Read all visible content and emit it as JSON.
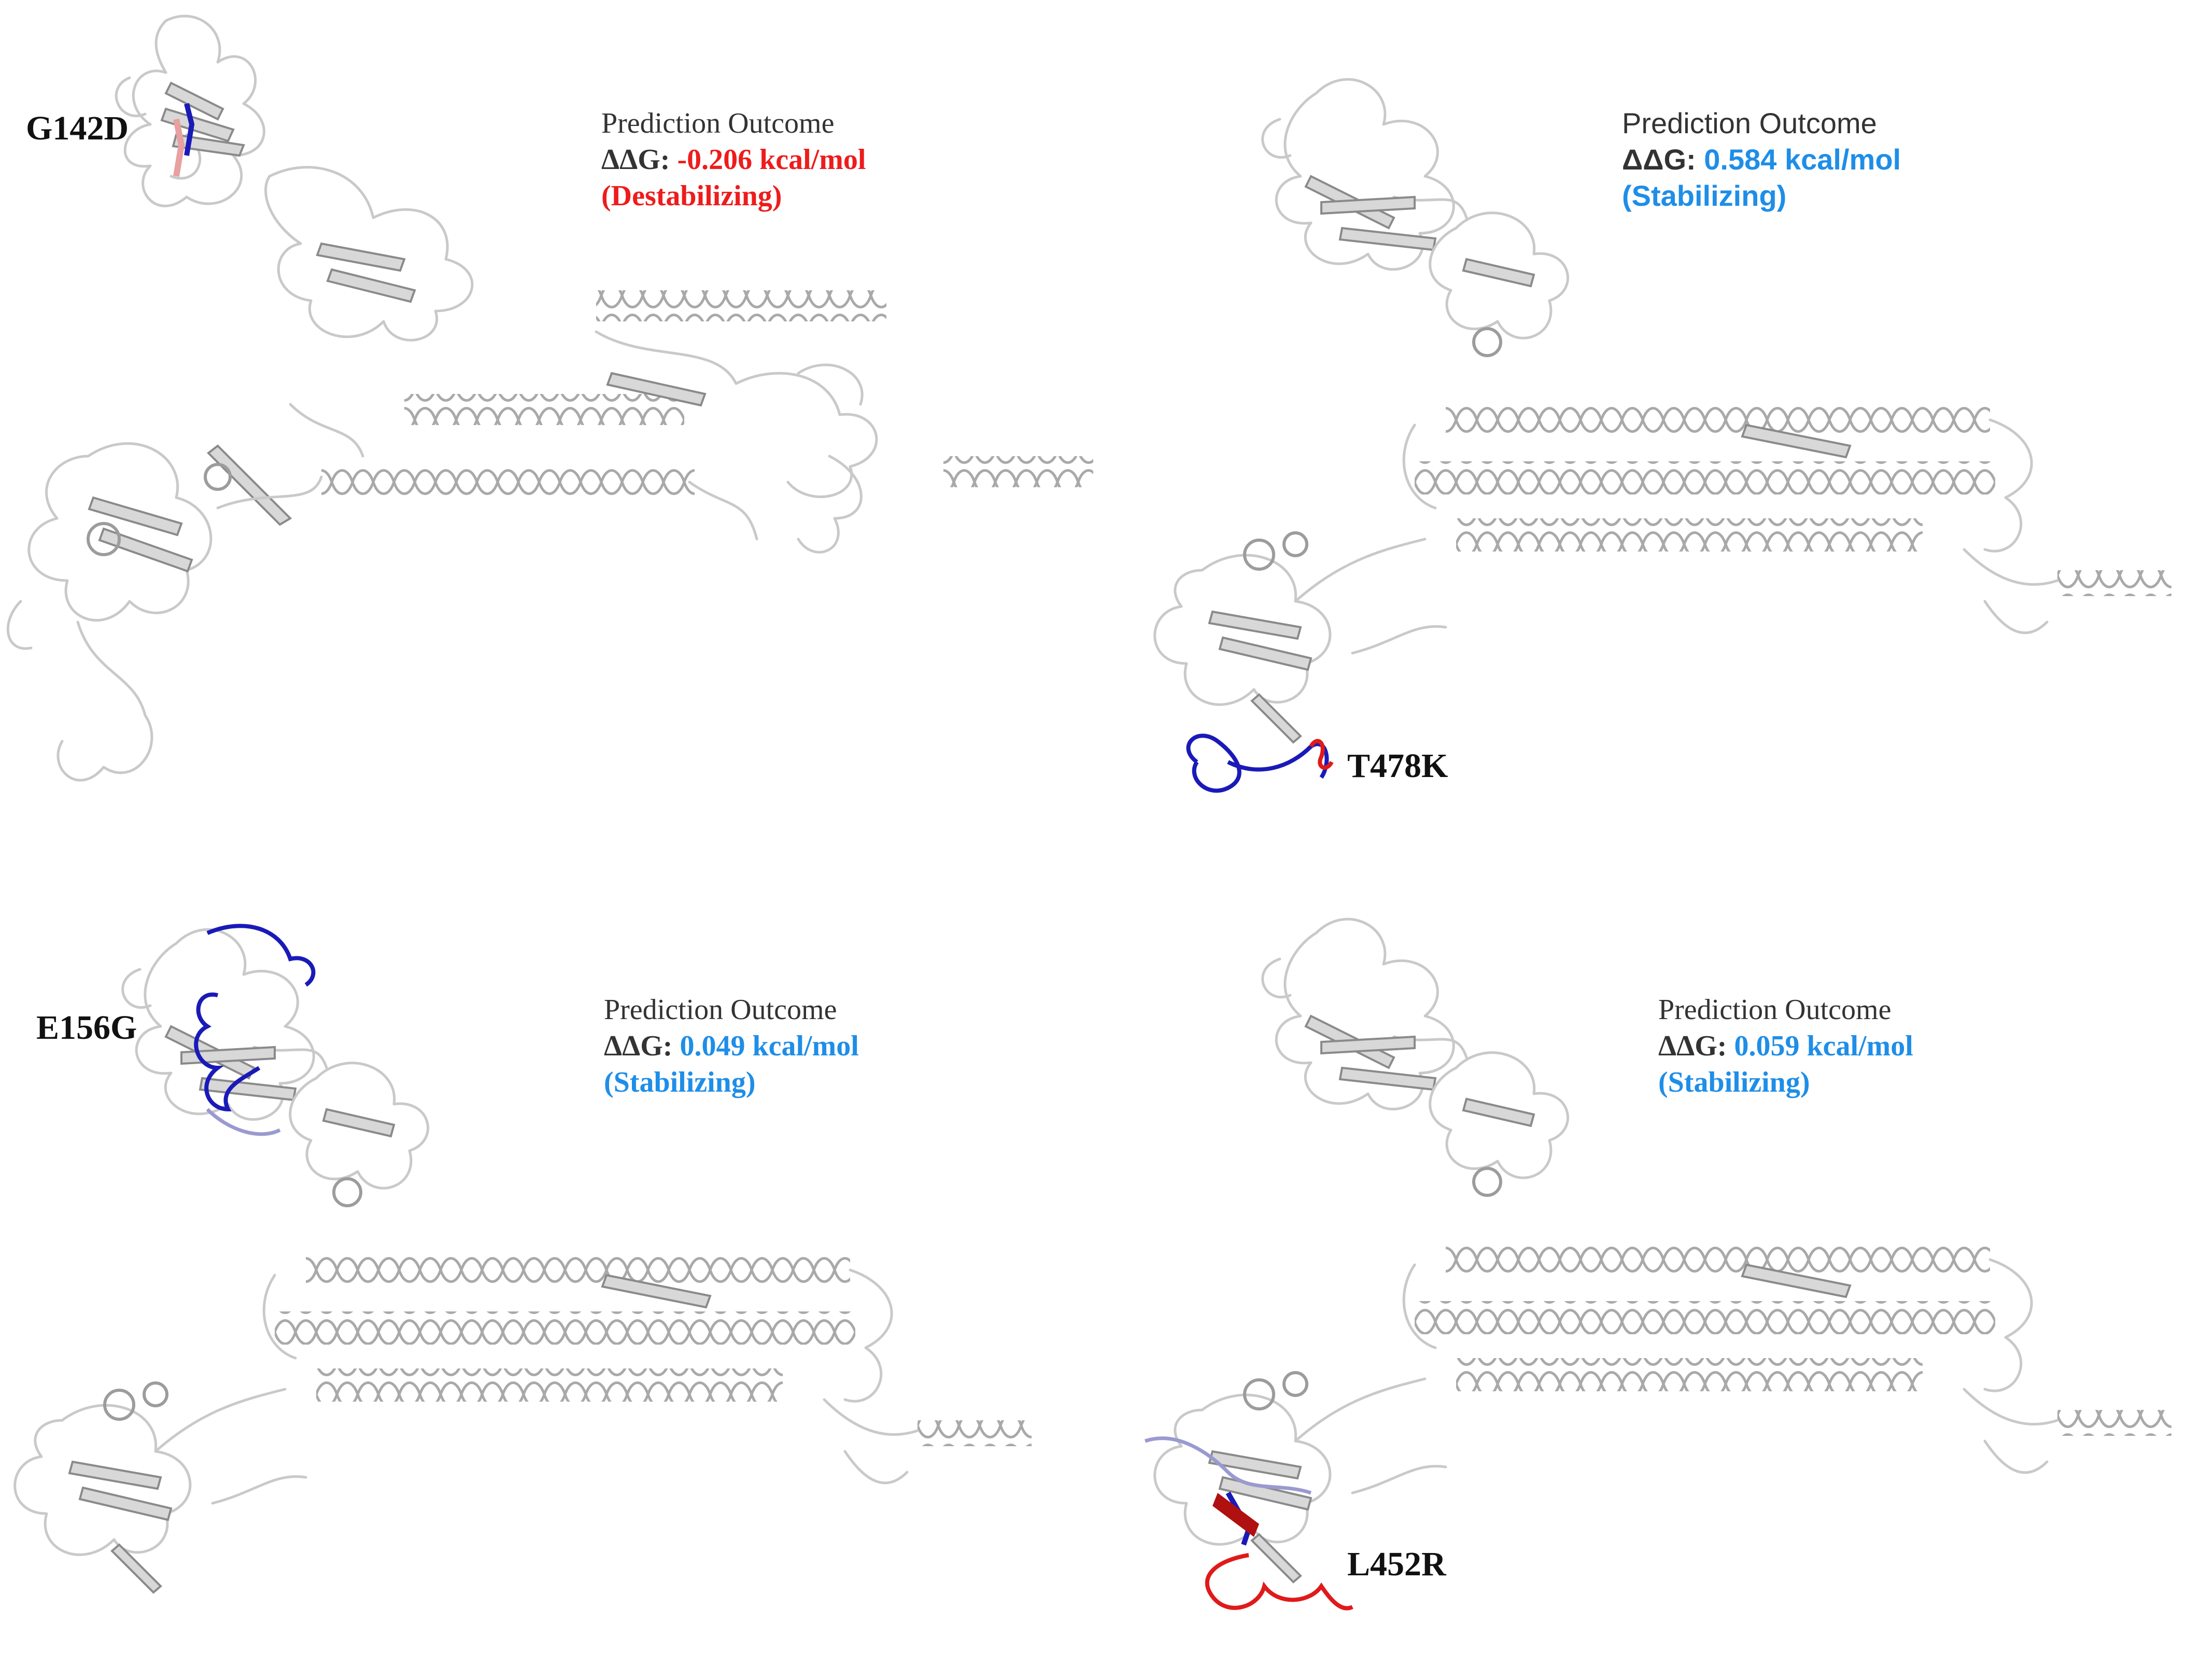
{
  "panels": [
    {
      "mutation": "G142D",
      "outcome_title": "Prediction Outcome",
      "ddg_symbol": "ΔΔG:",
      "ddg_value": "-0.206 kcal/mol",
      "effect": "(Destabilizing)",
      "effect_color": "#ee1c1c"
    },
    {
      "mutation": "T478K",
      "outcome_title": "Prediction Outcome",
      "ddg_symbol": "ΔΔG:",
      "ddg_value": "0.584 kcal/mol",
      "effect": "(Stabilizing)",
      "effect_color": "#1e8ee8"
    },
    {
      "mutation": "E156G",
      "outcome_title": "Prediction Outcome",
      "ddg_symbol": "ΔΔG:",
      "ddg_value": "0.049 kcal/mol",
      "effect": "(Stabilizing)",
      "effect_color": "#1e8ee8"
    },
    {
      "mutation": "L452R",
      "outcome_title": "Prediction Outcome",
      "ddg_symbol": "ΔΔG:",
      "ddg_value": "0.059 kcal/mol",
      "effect": "(Stabilizing)",
      "effect_color": "#1e8ee8"
    }
  ],
  "colors": {
    "structure_gray": "#c8c8c8",
    "highlight_blue": "#1a1ab8",
    "highlight_red": "#e01a1a",
    "highlight_lavender": "#9a9ad0"
  }
}
